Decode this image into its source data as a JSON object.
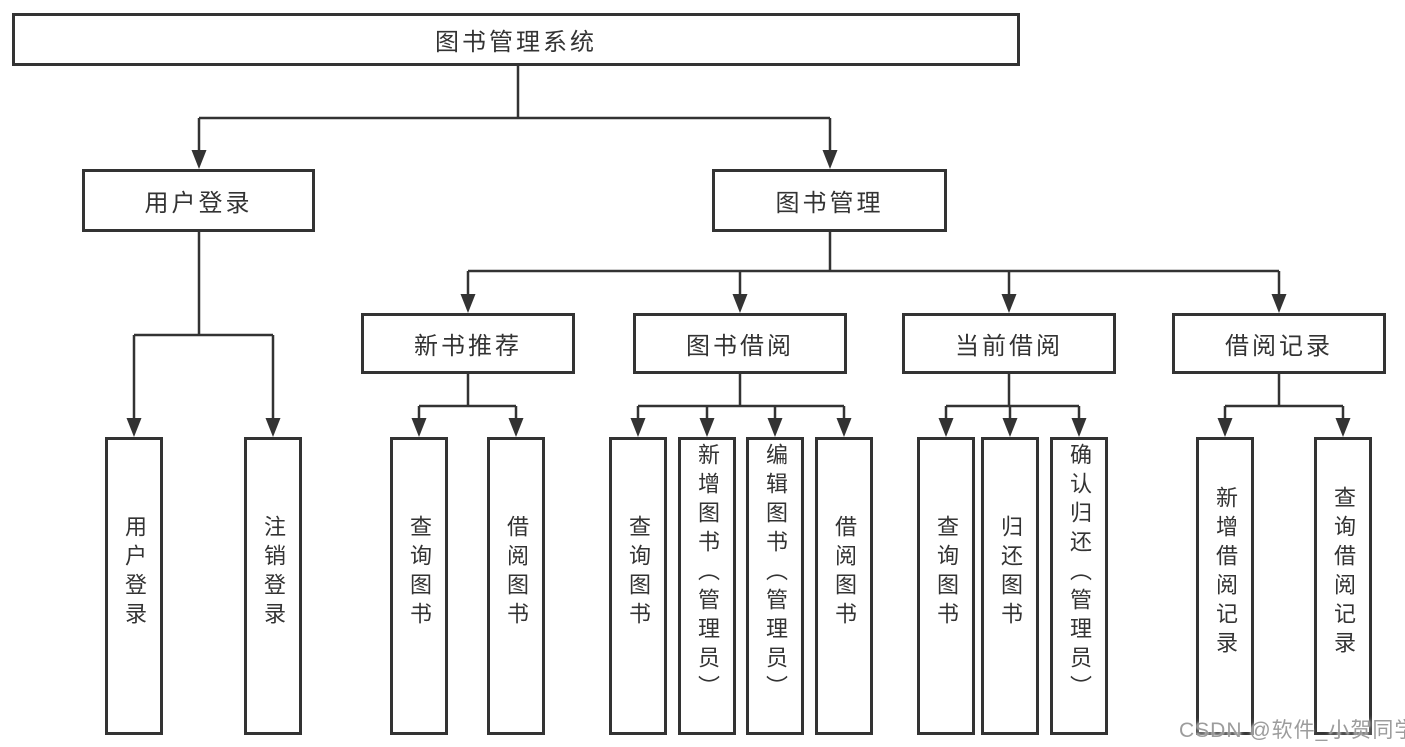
{
  "diagram": {
    "root": {
      "label": "图书管理系统"
    },
    "branches": [
      {
        "label": "用户登录",
        "children": [
          {
            "label": "用户登录"
          },
          {
            "label": "注销登录"
          }
        ]
      },
      {
        "label": "图书管理",
        "children": [
          {
            "label": "新书推荐",
            "children": [
              {
                "label": "查询图书"
              },
              {
                "label": "借阅图书"
              }
            ]
          },
          {
            "label": "图书借阅",
            "children": [
              {
                "label": "查询图书"
              },
              {
                "label": "新增图书（管理员）"
              },
              {
                "label": "编辑图书（管理员）"
              },
              {
                "label": "借阅图书"
              }
            ]
          },
          {
            "label": "当前借阅",
            "children": [
              {
                "label": "查询图书"
              },
              {
                "label": "归还图书"
              },
              {
                "label": "确认归还（管理员）"
              }
            ]
          },
          {
            "label": "借阅记录",
            "children": [
              {
                "label": "新增借阅记录"
              },
              {
                "label": "查询借阅记录"
              }
            ]
          }
        ]
      }
    ],
    "watermark": "CSDN @软件_小贺同学",
    "colors": {
      "background": "#ffffff",
      "box_border": "#333333",
      "text": "#333333",
      "connector_line": "#333333",
      "watermark": "#949494"
    }
  }
}
